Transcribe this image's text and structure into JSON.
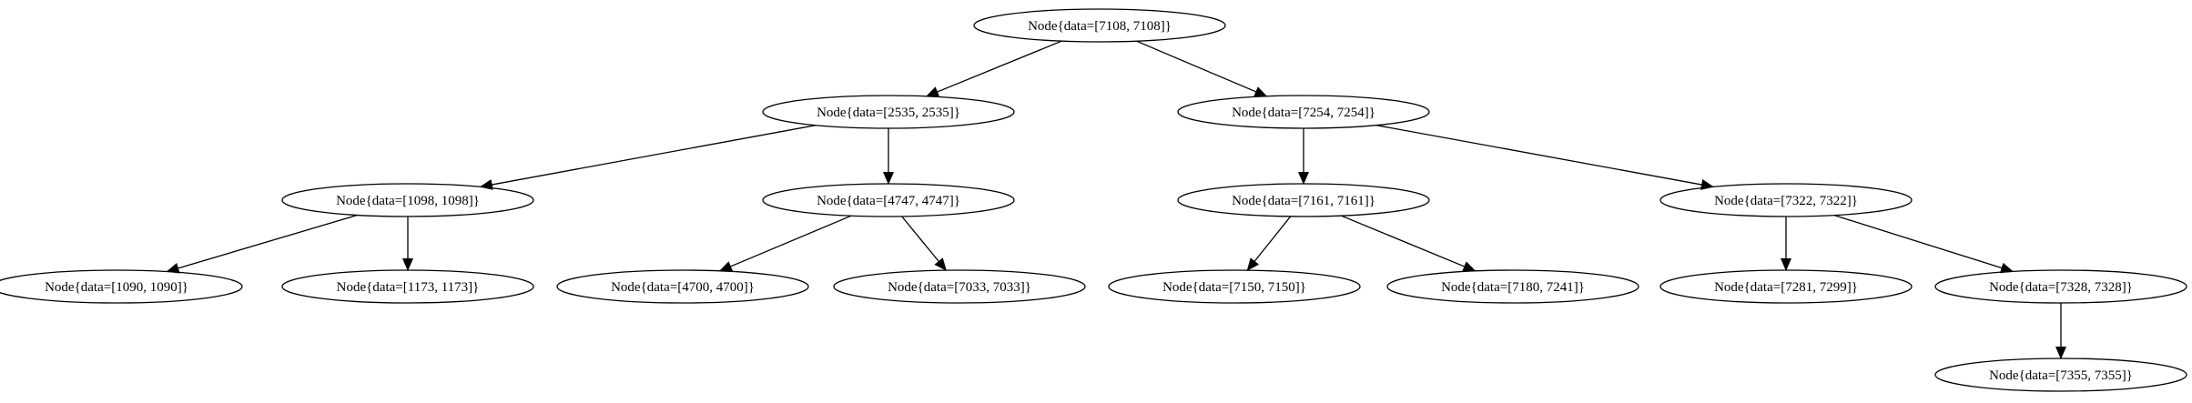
{
  "nodes": [
    {
      "id": "n7108",
      "label": "Node{data=[7108, 7108]}"
    },
    {
      "id": "n2535",
      "label": "Node{data=[2535, 2535]}"
    },
    {
      "id": "n7254",
      "label": "Node{data=[7254, 7254]}"
    },
    {
      "id": "n1098",
      "label": "Node{data=[1098, 1098]}"
    },
    {
      "id": "n4747",
      "label": "Node{data=[4747, 4747]}"
    },
    {
      "id": "n7161",
      "label": "Node{data=[7161, 7161]}"
    },
    {
      "id": "n7322",
      "label": "Node{data=[7322, 7322]}"
    },
    {
      "id": "n1090",
      "label": "Node{data=[1090, 1090]}"
    },
    {
      "id": "n1173",
      "label": "Node{data=[1173, 1173]}"
    },
    {
      "id": "n4700",
      "label": "Node{data=[4700, 4700]}"
    },
    {
      "id": "n7033",
      "label": "Node{data=[7033, 7033]}"
    },
    {
      "id": "n7150",
      "label": "Node{data=[7150, 7150]}"
    },
    {
      "id": "n7180",
      "label": "Node{data=[7180, 7241]}"
    },
    {
      "id": "n7281",
      "label": "Node{data=[7281, 7299]}"
    },
    {
      "id": "n7328",
      "label": "Node{data=[7328, 7328]}"
    },
    {
      "id": "n7355",
      "label": "Node{data=[7355, 7355]}"
    }
  ],
  "edges": [
    {
      "from": "n7108",
      "to": "n2535"
    },
    {
      "from": "n7108",
      "to": "n7254"
    },
    {
      "from": "n2535",
      "to": "n1098"
    },
    {
      "from": "n2535",
      "to": "n4747"
    },
    {
      "from": "n1098",
      "to": "n1090"
    },
    {
      "from": "n1098",
      "to": "n1173"
    },
    {
      "from": "n4747",
      "to": "n4700"
    },
    {
      "from": "n4747",
      "to": "n7033"
    },
    {
      "from": "n7254",
      "to": "n7161"
    },
    {
      "from": "n7254",
      "to": "n7322"
    },
    {
      "from": "n7161",
      "to": "n7150"
    },
    {
      "from": "n7161",
      "to": "n7180"
    },
    {
      "from": "n7322",
      "to": "n7281"
    },
    {
      "from": "n7322",
      "to": "n7328"
    },
    {
      "from": "n7328",
      "to": "n7355"
    }
  ]
}
